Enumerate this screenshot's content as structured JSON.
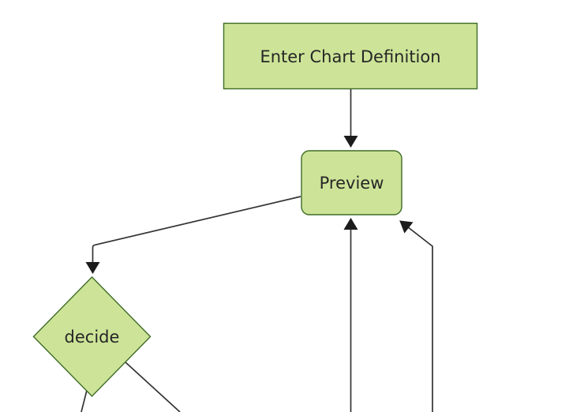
{
  "diagram": {
    "kind": "flowchart",
    "direction": "top-down",
    "nodes": [
      {
        "id": "A",
        "label": "Enter Chart Definition",
        "shape": "rectangle"
      },
      {
        "id": "B",
        "label": "Preview",
        "shape": "rounded-rectangle"
      },
      {
        "id": "C",
        "label": "decide",
        "shape": "diamond"
      }
    ],
    "edges": [
      {
        "from": "Enter Chart Definition",
        "to": "Preview",
        "arrowhead": true
      },
      {
        "from": "Preview",
        "to": "decide",
        "arrowhead": true
      },
      {
        "from": "offscreen-bottom",
        "to": "Preview",
        "arrowhead": true
      },
      {
        "from": "offscreen-bottom",
        "to": "Preview",
        "arrowhead": true
      },
      {
        "from": "decide",
        "to": "offscreen-bottom-left",
        "arrowhead": false
      },
      {
        "from": "decide",
        "to": "offscreen-bottom-right",
        "arrowhead": false
      }
    ]
  },
  "theme": {
    "background": "#ffffff",
    "node_fill": "#cde498",
    "node_stroke": "#3e6c26",
    "edge_color": "#333333",
    "arrow_color": "#1c1c1c",
    "text_color": "#262626"
  }
}
